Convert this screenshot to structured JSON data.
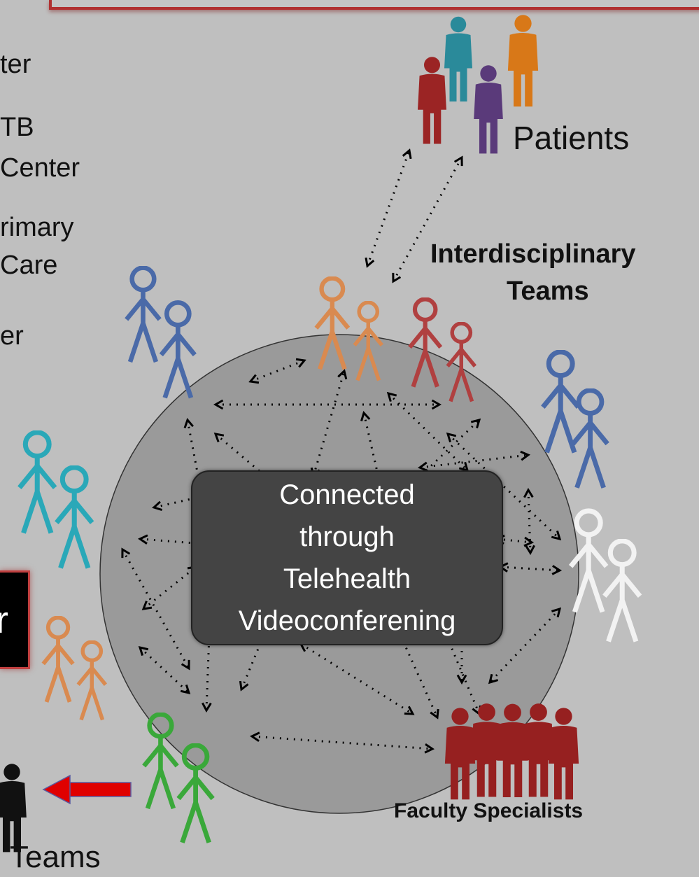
{
  "left_list": [
    "ter",
    "TB",
    "Center",
    "rimary",
    "Care",
    "er"
  ],
  "black_box_text": "r",
  "patients_label": "Patients",
  "interdisciplinary_label": [
    "Interdisciplinary",
    "Teams"
  ],
  "center_box_lines": [
    "Connected",
    "through",
    "Telehealth",
    "Videoconferening"
  ],
  "faculty_label": "Faculty Specialists",
  "teams_label": "Teams",
  "colors": {
    "background": "#bfbfbf",
    "circle": "#9a9a9a",
    "center_box": "#444444",
    "patient_red": "#9b2424",
    "patient_teal": "#2a8a9a",
    "patient_orange": "#d87818",
    "patient_purple": "#5a3a7a",
    "faculty_red": "#962020",
    "arrow_red": "#e00000",
    "team_blue": "#4a6aa8",
    "team_orange": "#d98a50",
    "team_red": "#b04040",
    "team_cyan": "#2aa8b8",
    "team_green": "#3aa83a",
    "team_white": "#f2f2f2"
  }
}
